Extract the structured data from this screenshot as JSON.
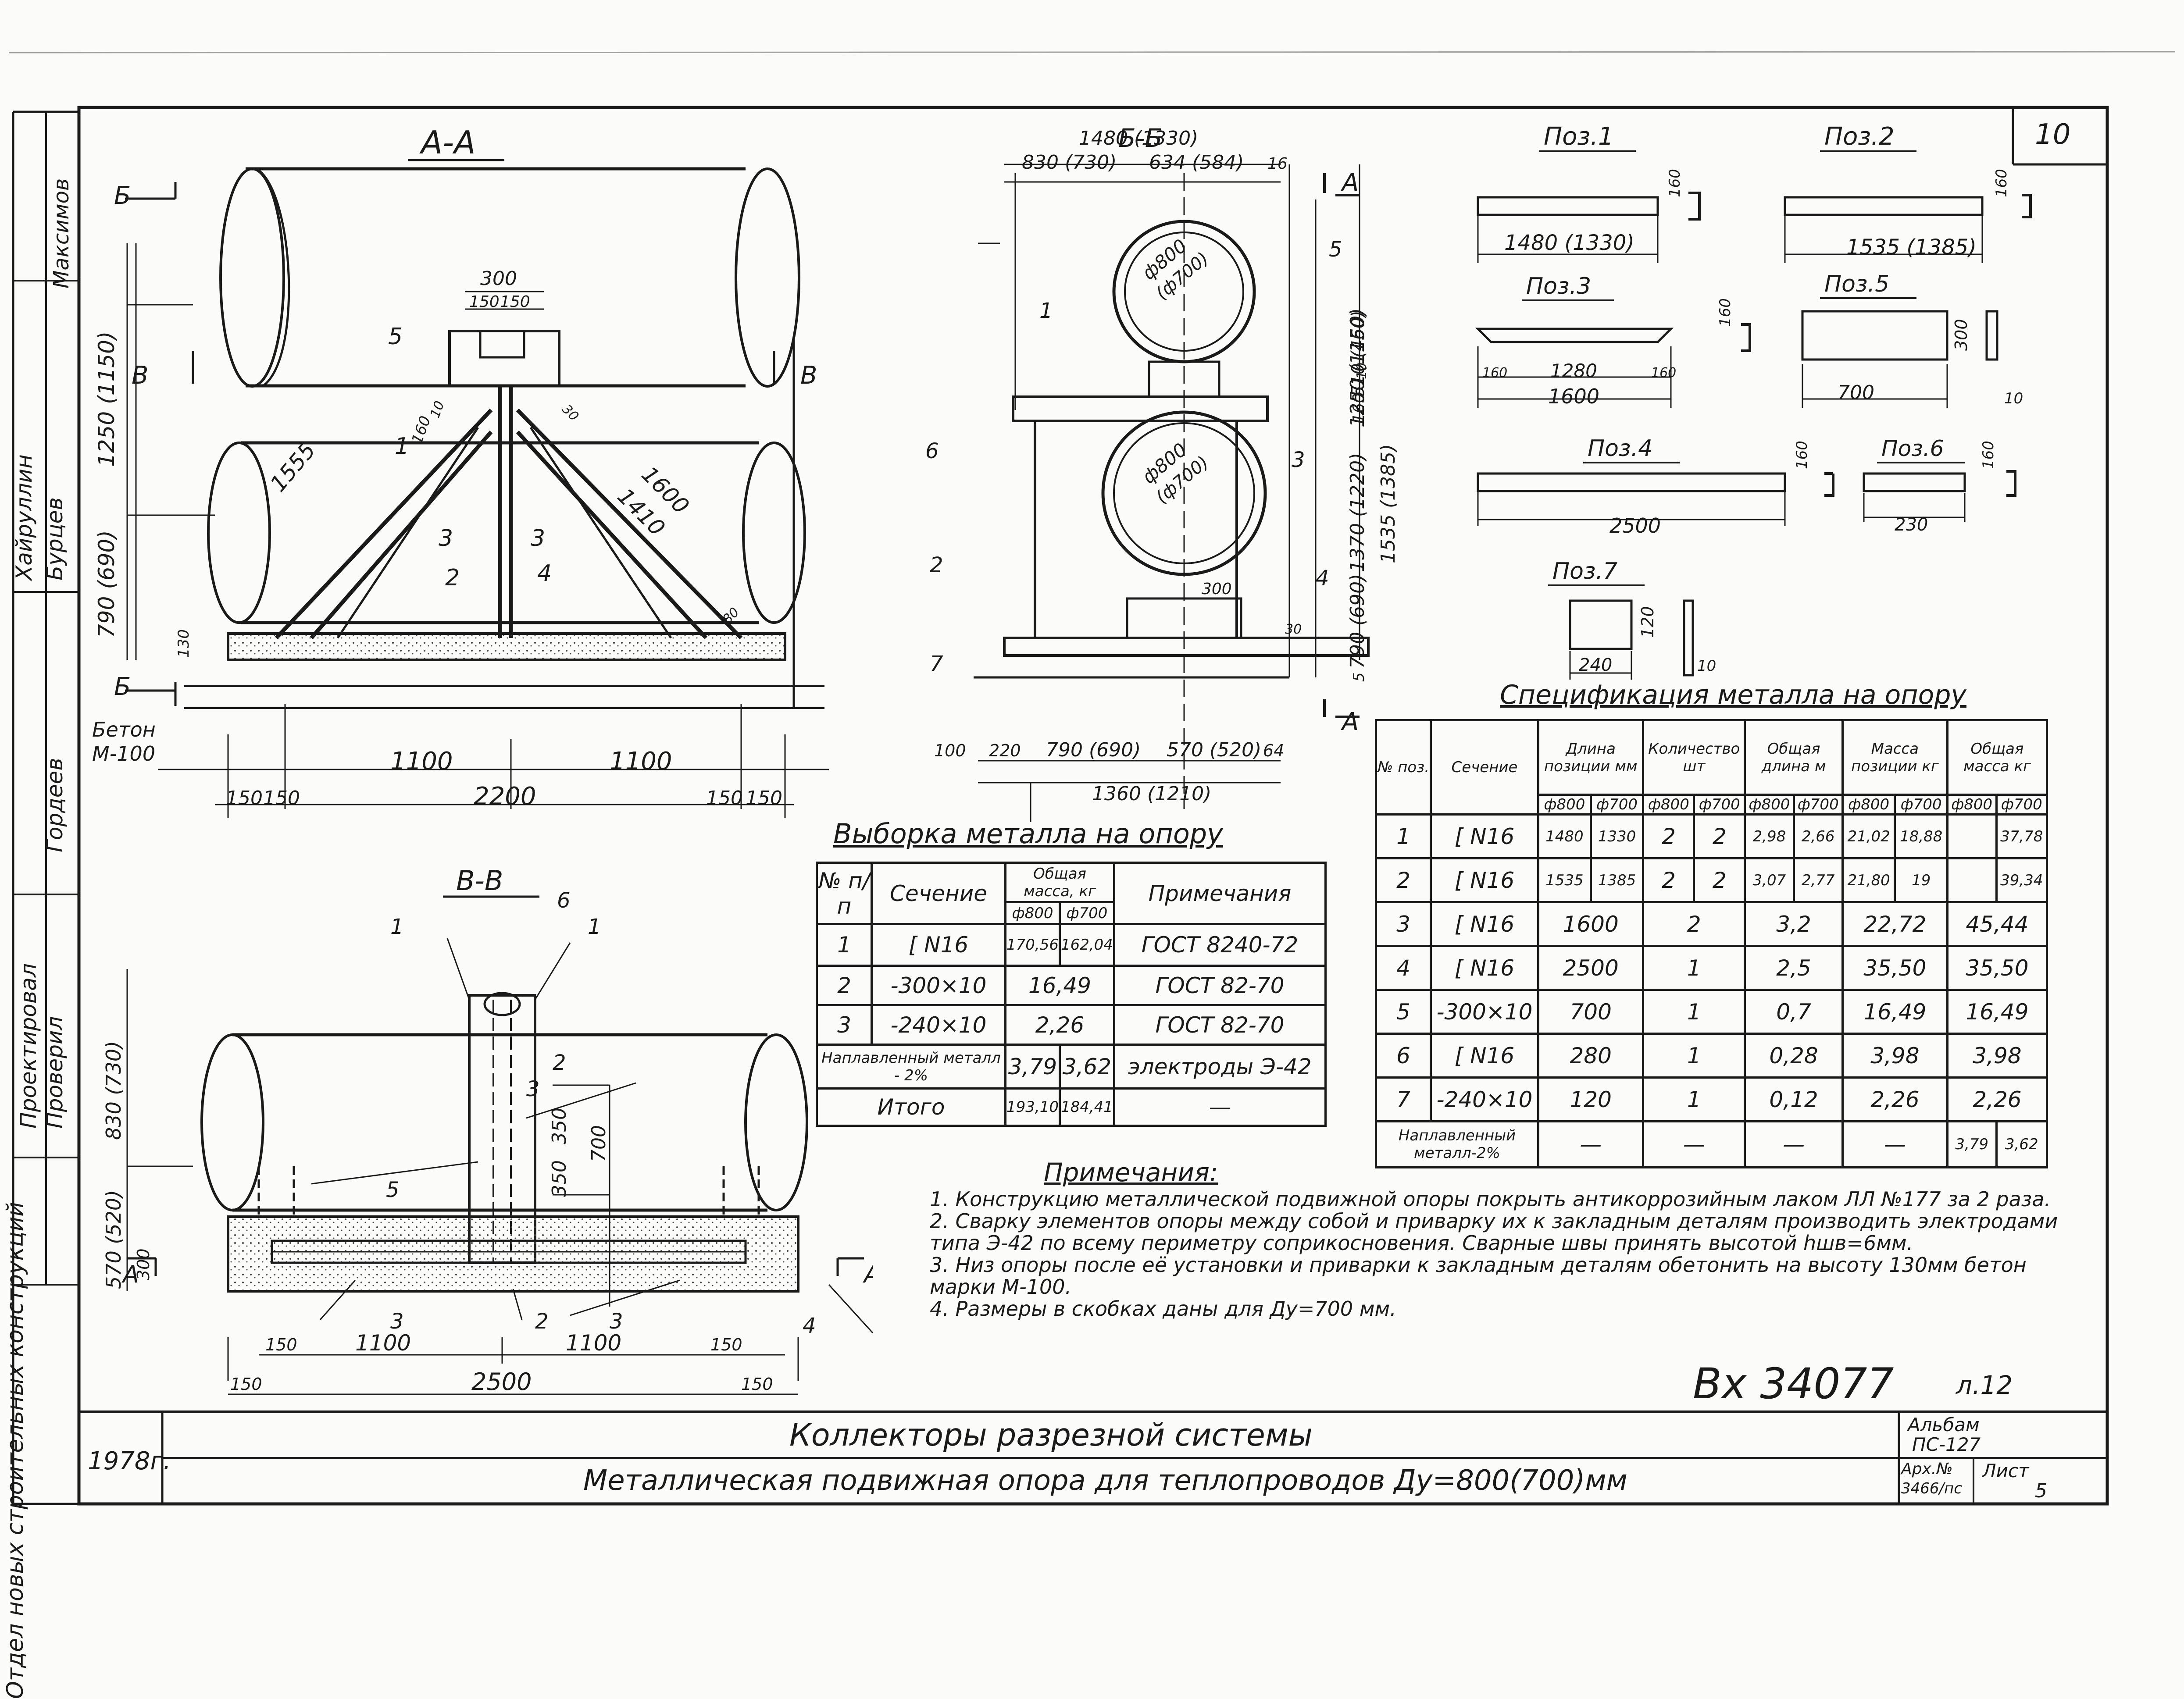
{
  "sheet_number": "10",
  "views": {
    "aa": {
      "title": "А-А",
      "label_b": "Б",
      "label_v": "В",
      "dims": {
        "d300": "300",
        "d150a": "150",
        "d150b": "150",
        "d1250": "1250 (1150)",
        "d790": "790 (690)",
        "d1555": "1555",
        "d1600": "1600",
        "d1410": "1410",
        "d160": "160",
        "d10": "10",
        "d30": "30",
        "d130": "130",
        "d80": "80",
        "d1100a": "1100",
        "d1100b": "1100",
        "d2200": "2200",
        "d150c": "150",
        "d150d": "150",
        "d150e": "150",
        "d150f": "150"
      },
      "pos": [
        "5",
        "1",
        "3",
        "3",
        "2",
        "4"
      ],
      "concrete_label": "Бетон",
      "concrete_grade": "М-100"
    },
    "bb": {
      "title": "Б-Б",
      "label_a": "А",
      "dims": {
        "d1480": "1480 (1330)",
        "d830": "830 (730)",
        "d634": "634 (584)",
        "d16": "16",
        "d800a": "ф800",
        "d700a": "(ф700)",
        "d800b": "ф800",
        "d700b": "(ф700)",
        "d510": "510 (460)",
        "d10": "10",
        "d160": "160",
        "d1250": "1250 (1150)",
        "d1535": "1535 (1385)",
        "d1370": "1370 (1220)",
        "d790": "790 (690)",
        "d5": "5",
        "d300": "300",
        "d30": "30",
        "d100": "100",
        "d220": "220",
        "d790b": "790 (690)",
        "d570": "570 (520)",
        "d64": "64",
        "d1360": "1360 (1210)"
      },
      "pos": [
        "1",
        "5",
        "6",
        "3",
        "2",
        "4",
        "7"
      ]
    },
    "vv": {
      "title": "В-В",
      "label_a": "А",
      "dims": {
        "d830": "830 (730)",
        "d570": "570 (520)",
        "d350a": "350",
        "d350b": "350",
        "d700": "700",
        "d300": "300",
        "d150a": "150",
        "d1100a": "1100",
        "d1100b": "1100",
        "d150b": "150",
        "d150c": "150",
        "d2500": "2500",
        "d150d": "150"
      },
      "pos": [
        "1",
        "6",
        "1",
        "2",
        "3",
        "5",
        "3",
        "2",
        "3",
        "4"
      ]
    }
  },
  "parts": [
    {
      "title": "Поз.1",
      "dim": "1480 (1330)",
      "h": "160"
    },
    {
      "title": "Поз.2",
      "dim": "1535 (1385)",
      "h": "160"
    },
    {
      "title": "Поз.3",
      "dim": "1280",
      "d160a": "160",
      "d160b": "160",
      "total": "1600",
      "h": "160"
    },
    {
      "title": "Поз.5",
      "w": "700",
      "h": "300",
      "t": "10"
    },
    {
      "title": "Поз.4",
      "dim": "2500",
      "h": "160"
    },
    {
      "title": "Поз.6",
      "dim": "230",
      "h": "160"
    },
    {
      "title": "Поз.7",
      "w": "240",
      "h": "120",
      "t": "10"
    }
  ],
  "selection": {
    "title": "Выборка металла на опору",
    "headers": {
      "no": "№ п/п",
      "section": "Сечение",
      "mass": "Общая масса, кг",
      "m800": "ф800",
      "m700": "ф700",
      "note": "Примечания"
    },
    "rows": [
      {
        "no": "1",
        "section": "[ N16",
        "m800": "170,56",
        "m700": "162,04",
        "note": "ГОСТ 8240-72"
      },
      {
        "no": "2",
        "section": "-300×10",
        "m": "16,49",
        "note": "ГОСТ 82-70"
      },
      {
        "no": "3",
        "section": "-240×10",
        "m": "2,26",
        "note": "ГОСТ 82-70"
      },
      {
        "no": "",
        "section": "Наплавленный металл - 2%",
        "m800": "3,79",
        "m700": "3,62",
        "note": "электроды Э-42"
      }
    ],
    "total": {
      "label": "Итого",
      "m800": "193,10",
      "m700": "184,41",
      "note": "—"
    }
  },
  "spec": {
    "title": "Спецификация металла на опору",
    "headers": {
      "no": "№ поз.",
      "section": "Сечение",
      "len": "Длина позиции мм",
      "qty": "Количество шт",
      "tlen": "Общая длина м",
      "mass": "Масса позиции кг",
      "tmass": "Общая масса кг",
      "f800": "ф800",
      "f700": "ф700"
    },
    "rows": [
      {
        "no": "1",
        "section": "[ N16",
        "l800": "1480",
        "l700": "1330",
        "q800": "2",
        "q700": "2",
        "t800": "2,98",
        "t700": "2,66",
        "m800": "21,02",
        "m700": "18,88",
        "tm800": "",
        "tm700": "37,78"
      },
      {
        "no": "2",
        "section": "[ N16",
        "l800": "1535",
        "l700": "1385",
        "q800": "2",
        "q700": "2",
        "t800": "3,07",
        "t700": "2,77",
        "m800": "21,80",
        "m700": "19",
        "tm800": "",
        "tm700": "39,34"
      },
      {
        "no": "3",
        "section": "[ N16",
        "l": "1600",
        "q": "2",
        "t": "3,2",
        "m": "22,72",
        "tm": "45,44"
      },
      {
        "no": "4",
        "section": "[ N16",
        "l": "2500",
        "q": "1",
        "t": "2,5",
        "m": "35,50",
        "tm": "35,50"
      },
      {
        "no": "5",
        "section": "-300×10",
        "l": "700",
        "q": "1",
        "t": "0,7",
        "m": "16,49",
        "tm": "16,49"
      },
      {
        "no": "6",
        "section": "[ N16",
        "l": "280",
        "q": "1",
        "t": "0,28",
        "m": "3,98",
        "tm": "3,98"
      },
      {
        "no": "7",
        "section": "-240×10",
        "l": "120",
        "q": "1",
        "t": "0,12",
        "m": "2,26",
        "tm": "2,26"
      },
      {
        "no": "Наплавленный металл-2%",
        "section": "—",
        "l": "—",
        "q": "—",
        "t": "—",
        "m": "—",
        "tm800": "3,79",
        "tm700": "3,62"
      }
    ]
  },
  "notes": {
    "title": "Примечания:",
    "items": [
      "1. Конструкцию металлической подвижной опоры покрыть антикоррозийным лаком ЛЛ №177 за 2 раза.",
      "2. Сварку элементов опоры между собой и приварку их к закладным деталям производить электродами типа Э-42 по всему периметру соприкосновения. Сварные швы принять высотой hшв=6мм.",
      "3. Низ опоры после её установки и приварки к закладным деталям обетонить на высоту 130мм бетон марки М-100.",
      "4. Размеры в скобках даны для Ду=700 мм."
    ]
  },
  "inventory": "Вх 34077",
  "sheet_mark": "л.12",
  "title_block": {
    "year": "1978г.",
    "series": "Коллекторы разрезной системы",
    "title": "Металлическая подвижная опора для теплопроводов Ду=800(700)мм",
    "album_label": "Альбам",
    "album": "ПС-127",
    "arch_label": "Арх.№",
    "arch": "3466/пс",
    "sheet_label": "Лист",
    "sheet": "5",
    "left_col": {
      "dept": "Отдел новых строительных конструкций",
      "designed": "Проектировал",
      "checked": "Проверил",
      "n1": "Хайруллин",
      "n2": "Бурцев",
      "n3": "Гордеев",
      "n4": "Максимов"
    }
  }
}
